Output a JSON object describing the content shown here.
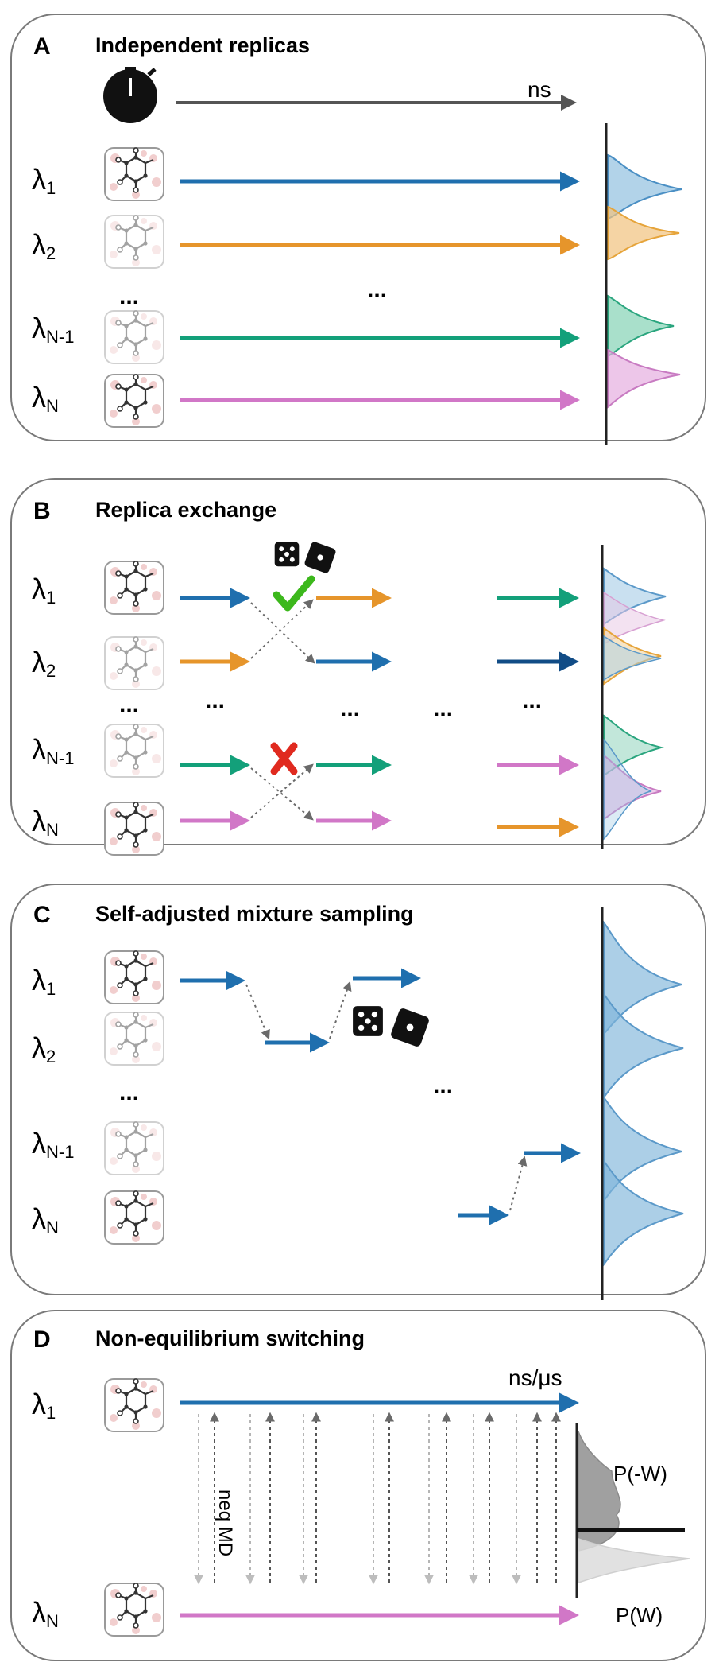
{
  "panels": [
    {
      "letter": "A",
      "title": "Independent replicas",
      "time_label": "ns",
      "lambda_labels": [
        {
          "sym": "λ",
          "sub": "1"
        },
        {
          "sym": "λ",
          "sub": "2"
        },
        {
          "sym": "λ",
          "sub": "N-1"
        },
        {
          "sym": "λ",
          "sub": "N"
        }
      ],
      "ellipsis": "..."
    },
    {
      "letter": "B",
      "title": "Replica exchange",
      "lambda_labels": [
        {
          "sym": "λ",
          "sub": "1"
        },
        {
          "sym": "λ",
          "sub": "2"
        },
        {
          "sym": "λ",
          "sub": "N-1"
        },
        {
          "sym": "λ",
          "sub": "N"
        }
      ],
      "ellipsis": "..."
    },
    {
      "letter": "C",
      "title": "Self-adjusted mixture sampling",
      "lambda_labels": [
        {
          "sym": "λ",
          "sub": "1"
        },
        {
          "sym": "λ",
          "sub": "2"
        },
        {
          "sym": "λ",
          "sub": "N-1"
        },
        {
          "sym": "λ",
          "sub": "N"
        }
      ],
      "ellipsis": "..."
    },
    {
      "letter": "D",
      "title": "Non-equilibrium switching",
      "time_label": "ns/μs",
      "lambda_labels": [
        {
          "sym": "λ",
          "sub": "1"
        },
        {
          "sym": "λ",
          "sub": "N"
        }
      ],
      "neq_label": "neq MD",
      "dist_labels": {
        "reverse": "P(-W)",
        "forward": "P(W)"
      }
    }
  ],
  "colors": {
    "blue": "#1f6fae",
    "dark_blue": "#114c86",
    "orange": "#e6952b",
    "green": "#13a07a",
    "pink": "#d177c7",
    "red": "#e02a1f",
    "check_green": "#3cb81c",
    "grey_arrow": "#555555",
    "panel_border": "#7a7a7a"
  },
  "icons": [
    "stopwatch-icon",
    "molecule-icon",
    "dice-icon",
    "checkmark-icon",
    "cross-icon"
  ]
}
